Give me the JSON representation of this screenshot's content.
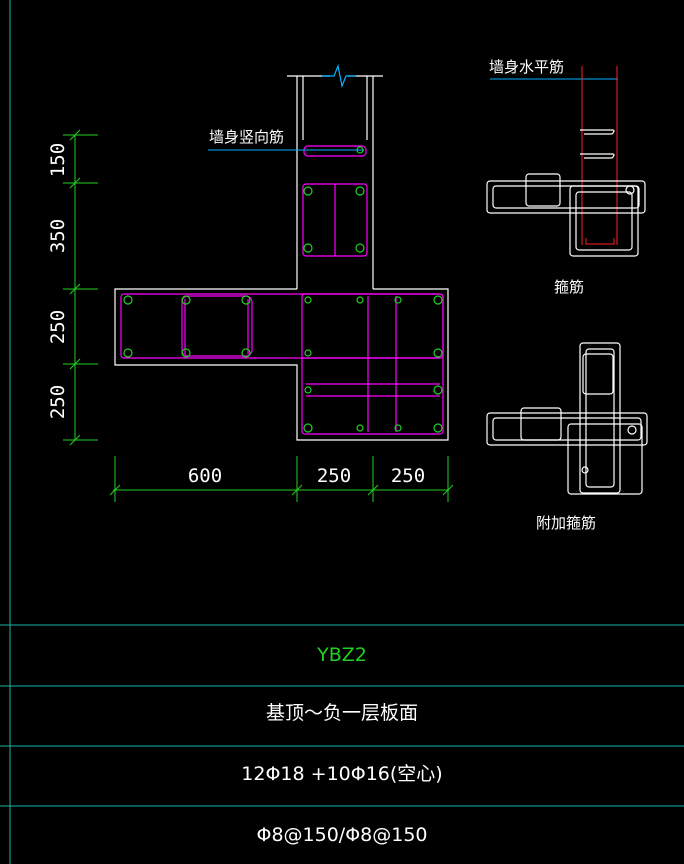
{
  "colors": {
    "background": "#000000",
    "outline": "#ffffff",
    "rebar": "#ff00ff",
    "dimension": "#00ff00",
    "leader": "#00b4ff",
    "frame": "#18b3a8",
    "title": "#21d121",
    "hatch_red": "#ff2020"
  },
  "labels": {
    "vertical_bar": "墙身竖向筋",
    "horizontal_bar": "墙身水平筋",
    "stirrup": "箍筋",
    "extra_stirrup": "附加箍筋"
  },
  "dimensions": {
    "vertical": [
      "150",
      "350",
      "250",
      "250"
    ],
    "horizontal": [
      "600",
      "250",
      "250"
    ]
  },
  "table": {
    "code": "YBZ2",
    "elevation": "基顶～负一层板面",
    "longitudinal": "12Φ18 +10Φ16(空心)",
    "stirrups": "Φ8@150/Φ8@150"
  },
  "icons": {
    "break_symbol": "break-line-icon",
    "bar_dot": "rebar-circle-icon"
  }
}
